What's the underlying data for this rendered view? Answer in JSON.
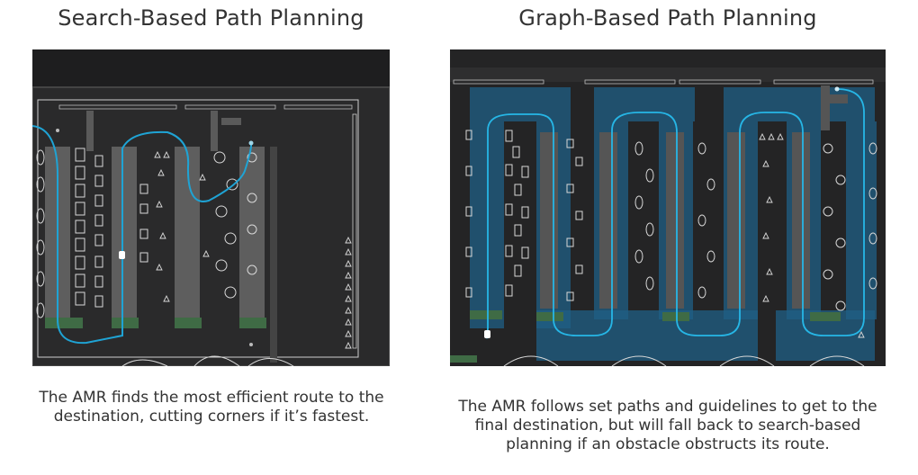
{
  "left": {
    "title": "Search-Based Path Planning",
    "caption_line1": "The AMR finds the most efficient route to the",
    "caption_line2": "destination, cutting corners if it’s fastest."
  },
  "right": {
    "title": "Graph-Based Path Planning",
    "caption_line1": "The AMR follows set paths and guidelines to get to the",
    "caption_line2": "final destination, but will fall back to search-based",
    "caption_line3": "planning if an obstacle obstructs its route."
  },
  "colors": {
    "map_bg": "#1e1e1f",
    "floor": "#2a2a2b",
    "path": "#1fa3d4",
    "lane_fill": "#1f6f9a",
    "aisle": "#5a5a5a",
    "dock": "#3f6b45",
    "line": "#d8d8d8"
  }
}
